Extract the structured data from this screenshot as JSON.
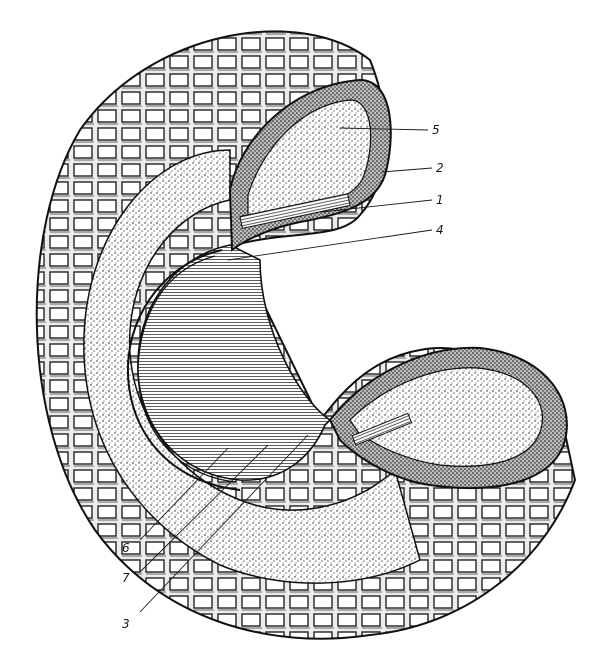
{
  "diagram": {
    "callouts": [
      {
        "id": "c5",
        "label": "5"
      },
      {
        "id": "c2",
        "label": "2"
      },
      {
        "id": "c1",
        "label": "1"
      },
      {
        "id": "c4",
        "label": "4"
      },
      {
        "id": "c6",
        "label": "6"
      },
      {
        "id": "c7",
        "label": "7"
      },
      {
        "id": "c3",
        "label": "3"
      }
    ]
  }
}
